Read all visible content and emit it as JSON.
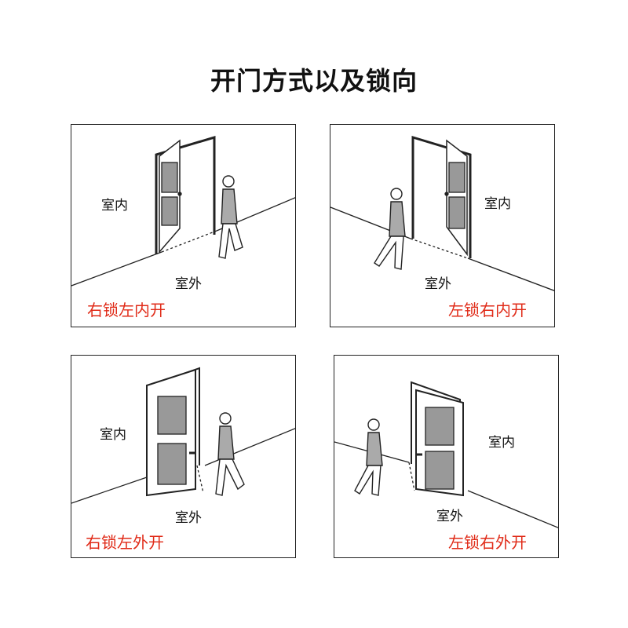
{
  "title": "开门方式以及锁向",
  "panels": [
    {
      "indoor": "室内",
      "outdoor": "室外",
      "caption": "右锁左内开"
    },
    {
      "indoor": "室内",
      "outdoor": "室外",
      "caption": "左锁右内开"
    },
    {
      "indoor": "室内",
      "outdoor": "室外",
      "caption": "右锁左外开"
    },
    {
      "indoor": "室内",
      "outdoor": "室外",
      "caption": "左锁右外开"
    }
  ],
  "colors": {
    "caption": "#e02a17",
    "line": "#222222"
  },
  "icons": [
    "door-icon",
    "person-icon"
  ]
}
